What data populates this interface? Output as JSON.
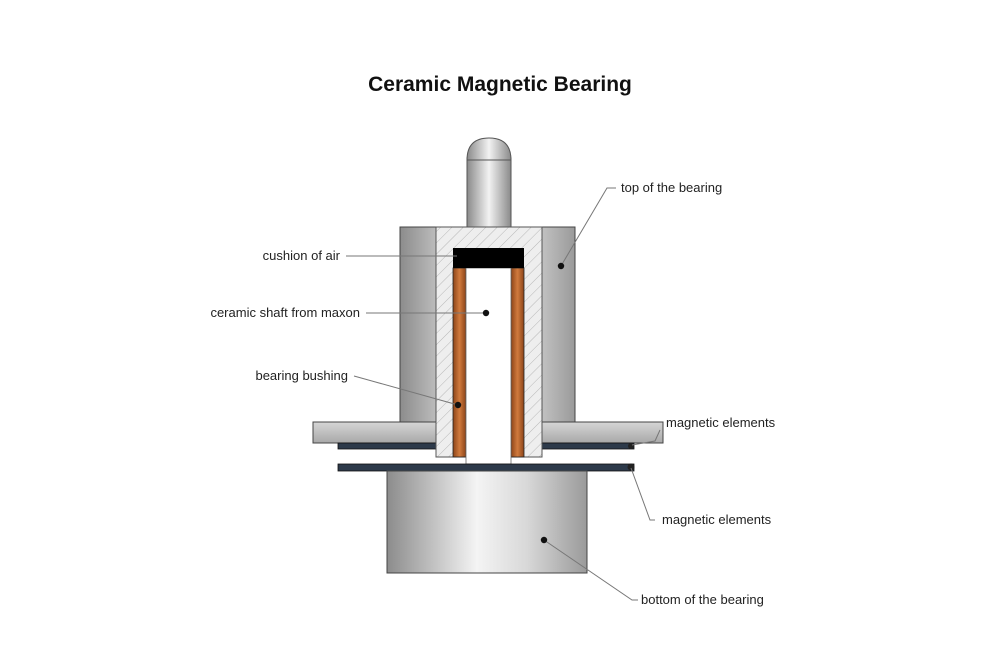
{
  "title": "Ceramic Magnetic Bearing",
  "labels": {
    "top_of_bearing": "top of the bearing",
    "cushion_of_air": "cushion of air",
    "ceramic_shaft": "ceramic shaft from maxon",
    "bearing_bushing": "bearing bushing",
    "magnetic_elements_upper": "magnetic elements",
    "magnetic_elements_lower": "magnetic elements",
    "bottom_of_bearing": "bottom of the bearing"
  },
  "colors": {
    "metal_dark": "#9a9a9a",
    "metal_light": "#f2f2f2",
    "bushing": "#b5602a",
    "magnet_band": "#2d3a4a",
    "air_cushion": "#000000",
    "hatch_bg": "#ececec",
    "leader_line": "#777777"
  }
}
